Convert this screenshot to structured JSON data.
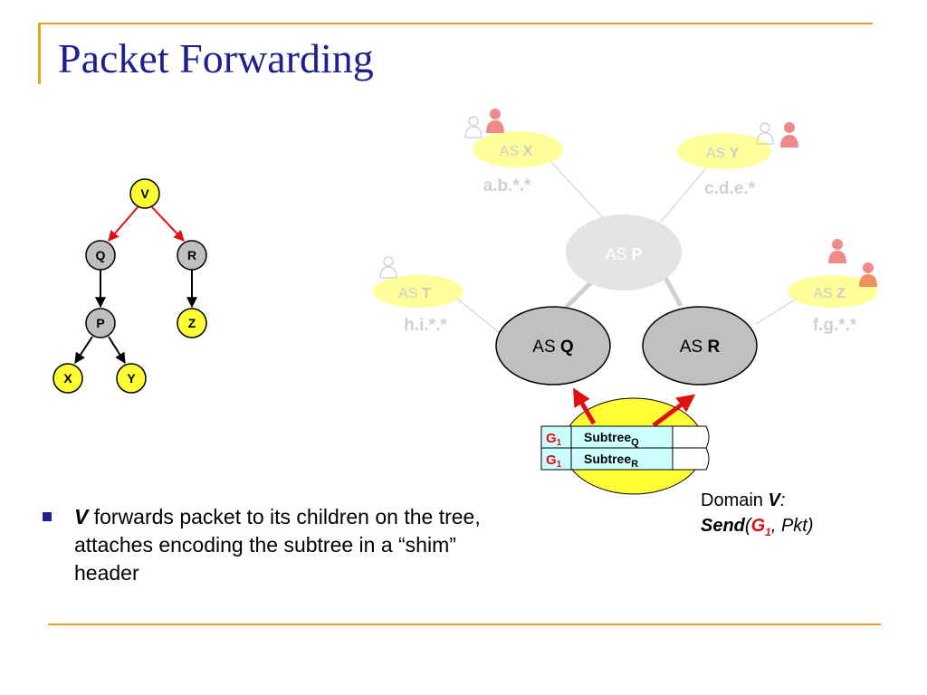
{
  "slide": {
    "title": "Packet Forwarding"
  },
  "tree": {
    "nodes": [
      {
        "id": "V",
        "label": "V",
        "fill": "#ffff33"
      },
      {
        "id": "Q",
        "label": "Q",
        "fill": "#bfbfbf"
      },
      {
        "id": "R",
        "label": "R",
        "fill": "#bfbfbf"
      },
      {
        "id": "P",
        "label": "P",
        "fill": "#bfbfbf"
      },
      {
        "id": "Z",
        "label": "Z",
        "fill": "#ffff33"
      },
      {
        "id": "X",
        "label": "X",
        "fill": "#ffff33"
      },
      {
        "id": "Y",
        "label": "Y",
        "fill": "#ffff33"
      }
    ],
    "edges": [
      {
        "from": "V",
        "to": "Q",
        "color": "#e01010"
      },
      {
        "from": "V",
        "to": "R",
        "color": "#e01010"
      },
      {
        "from": "Q",
        "to": "P",
        "color": "#000000"
      },
      {
        "from": "R",
        "to": "Z",
        "color": "#000000"
      },
      {
        "from": "P",
        "to": "X",
        "color": "#000000"
      },
      {
        "from": "P",
        "to": "Y",
        "color": "#000000"
      }
    ]
  },
  "network": {
    "faded_color": "#d0d0d0",
    "as_prefix": "AS",
    "domains": {
      "X": {
        "label": "X",
        "prefix": "a.b.*.*"
      },
      "Y": {
        "label": "Y",
        "prefix": "c.d.e.*"
      },
      "P": {
        "label": "P"
      },
      "T": {
        "label": "T",
        "prefix": "h.i.*.*"
      },
      "Z": {
        "label": "Z",
        "prefix": "f.g.*.*"
      },
      "Q": {
        "label": "Q"
      },
      "R": {
        "label": "R"
      }
    }
  },
  "shim_header": {
    "rows": [
      {
        "group": "G",
        "group_sub": "1",
        "subtree": "Subtree",
        "subtree_sub": "Q"
      },
      {
        "group": "G",
        "group_sub": "1",
        "subtree": "Subtree",
        "subtree_sub": "R"
      }
    ]
  },
  "bullet": {
    "subject": "V",
    "text": " forwards packet to its children on the tree, attaches encoding the subtree in a “shim” header"
  },
  "caption": {
    "line1_prefix": "Domain ",
    "line1_var": "V",
    "line1_colon": ":",
    "send": "Send",
    "open_paren": "(",
    "group": "G",
    "group_sub": "1",
    "rest": ", Pkt)"
  },
  "colors": {
    "title": "#1f1f8f",
    "accent_rule": "#dda520",
    "yellow": "#ffff33",
    "red_arrow": "#e01010",
    "as_gray": "#c0c0c0"
  }
}
